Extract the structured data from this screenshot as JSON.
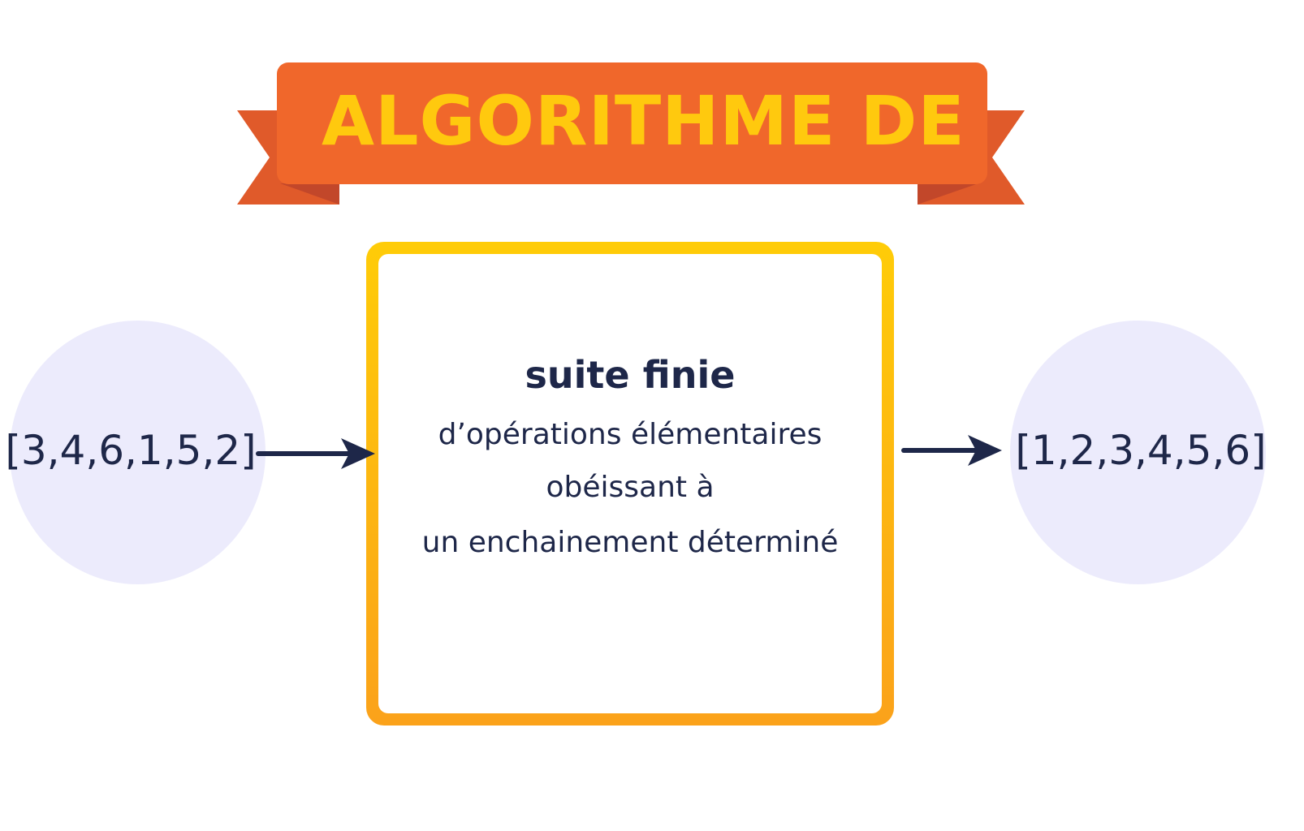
{
  "title": "ALGORITHME DE TRI",
  "input_array": "[3,4,6,1,5,2]",
  "output_array": "[1,2,3,4,5,6]",
  "process": {
    "line_1": "suite finie",
    "line_2": "d’opérations élémentaires",
    "line_3": "obéissant à",
    "line_4": "un enchainement déterminé"
  },
  "colors": {
    "banner": "#F0672B",
    "banner_tail": "#E05A2A",
    "banner_fold": "#C2472A",
    "title_text": "#FFC90E",
    "circle_fill": "#ECEBFC",
    "text_dark": "#1E2749",
    "arrow": "#1E2749",
    "box_border_top": "#FFCC08",
    "box_border_bottom": "#FBA21A"
  }
}
